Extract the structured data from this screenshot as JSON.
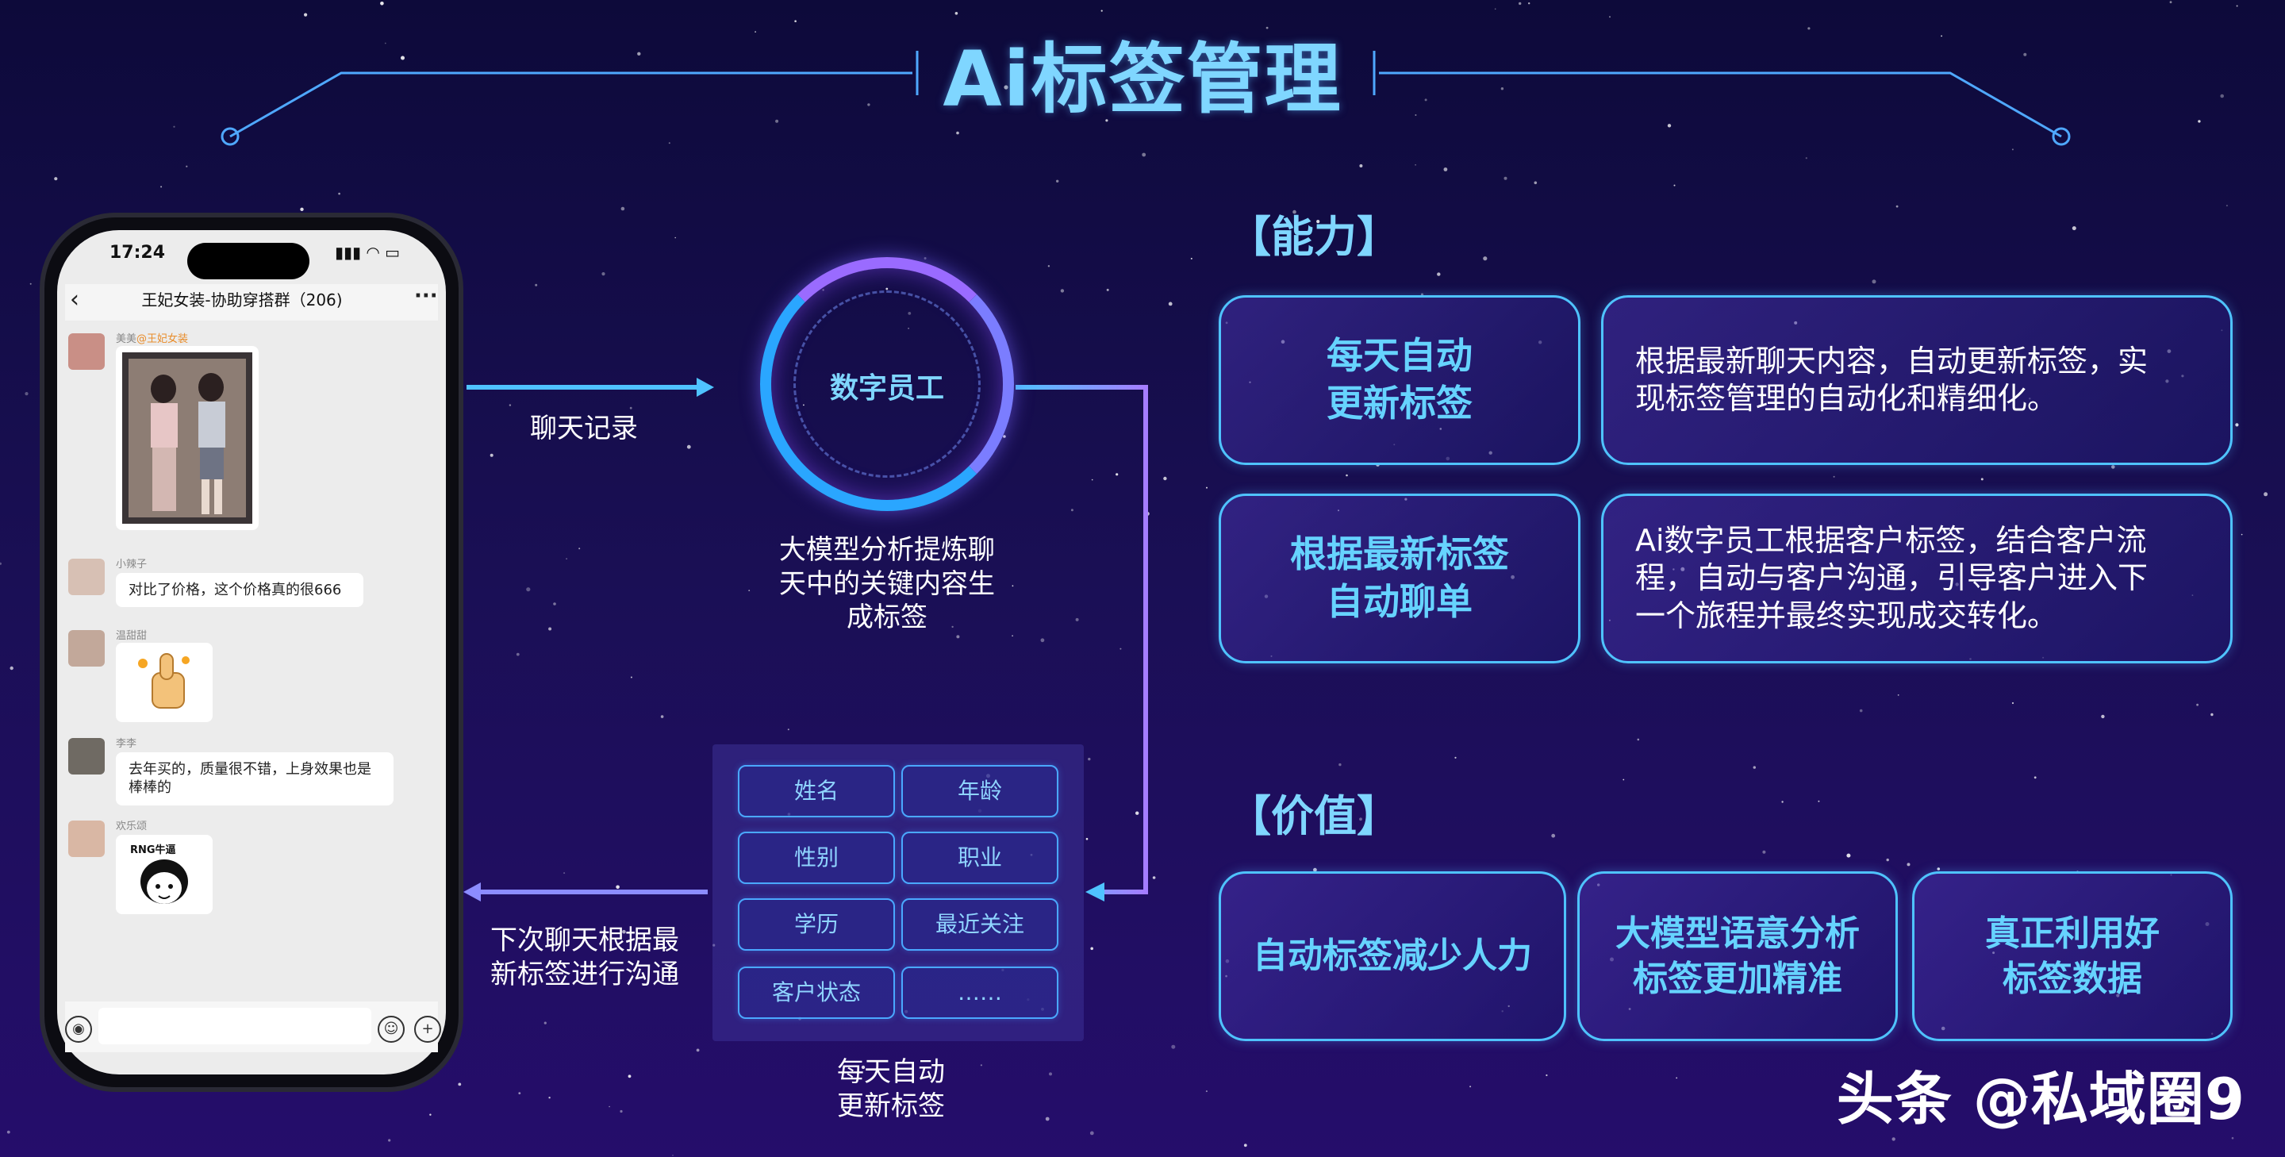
{
  "title": "Ai标签管理",
  "phone": {
    "time": "17:24",
    "status": "▮▮▮ ◠ ▭",
    "group_title": "王妃女装-协助穿搭群（206)",
    "messages": [
      {
        "name": "美美",
        "mention": "@王妃女装",
        "type": "image"
      },
      {
        "name": "小辣子",
        "type": "text",
        "text": "对比了价格，这个价格真的很666"
      },
      {
        "name": "温甜甜",
        "type": "sticker"
      },
      {
        "name": "李李",
        "type": "text",
        "text": "去年买的，质量很不错，上身效果也是棒棒的"
      },
      {
        "name": "欢乐颂",
        "type": "sticker",
        "caption": "RNG牛逼"
      }
    ]
  },
  "flow": {
    "chat_record_label": "聊天记录",
    "ring_label": "数字员工",
    "ring_desc": [
      "大模型分析提炼聊",
      "天中的关键内容生",
      "成标签"
    ],
    "tags": [
      "姓名",
      "年龄",
      "性别",
      "职业",
      "学历",
      "最近关注",
      "客户状态",
      "……"
    ],
    "tags_caption": [
      "每天自动",
      "更新标签"
    ],
    "return_label": [
      "下次聊天根据最",
      "新标签进行沟通"
    ]
  },
  "capability": {
    "heading": "【能力】",
    "rows": [
      {
        "head": [
          "每天自动",
          "更新标签"
        ],
        "body": [
          "根据最新聊天内容，自动更新标签，实",
          "现标签管理的自动化和精细化。"
        ]
      },
      {
        "head": [
          "根据最新标签",
          "自动聊单"
        ],
        "body": [
          "Ai数字员工根据客户标签，结合客户流",
          "程，自动与客户沟通，引导客户进入下",
          "一个旅程并最终实现成交转化。"
        ]
      }
    ]
  },
  "value": {
    "heading": "【价值】",
    "cards": [
      [
        "自动标签减少人力"
      ],
      [
        "大模型语意分析",
        "标签更加精准"
      ],
      [
        "真正利用好",
        "标签数据"
      ]
    ]
  },
  "watermark": "头条 @私域圈9",
  "colors": {
    "accent": "#4fc3ff",
    "title": "#7fd6ff",
    "card_text": "#66d3ff",
    "bg_top": "#0d0a3a",
    "bg_bottom": "#250d6b"
  }
}
